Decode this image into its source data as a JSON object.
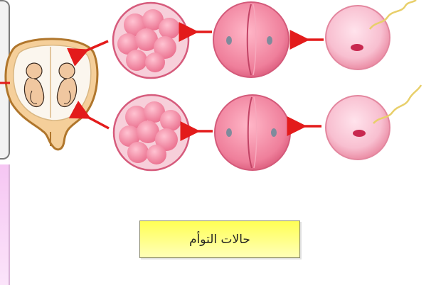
{
  "caption": {
    "text": "حالات التوأم"
  },
  "colors": {
    "arrow": "#e31b1b",
    "cell_pink": "#f6a4b6",
    "cell_rim": "#e56f88",
    "caption_bg": "#ffff66",
    "frame_gray": "#7a7a7a",
    "side_panel": "#f6c6f3"
  },
  "rows": [
    {
      "stages": [
        "fertilized-egg",
        "two-cell",
        "morula",
        "womb"
      ]
    },
    {
      "stages": [
        "fertilized-egg",
        "two-cell",
        "morula"
      ]
    }
  ]
}
